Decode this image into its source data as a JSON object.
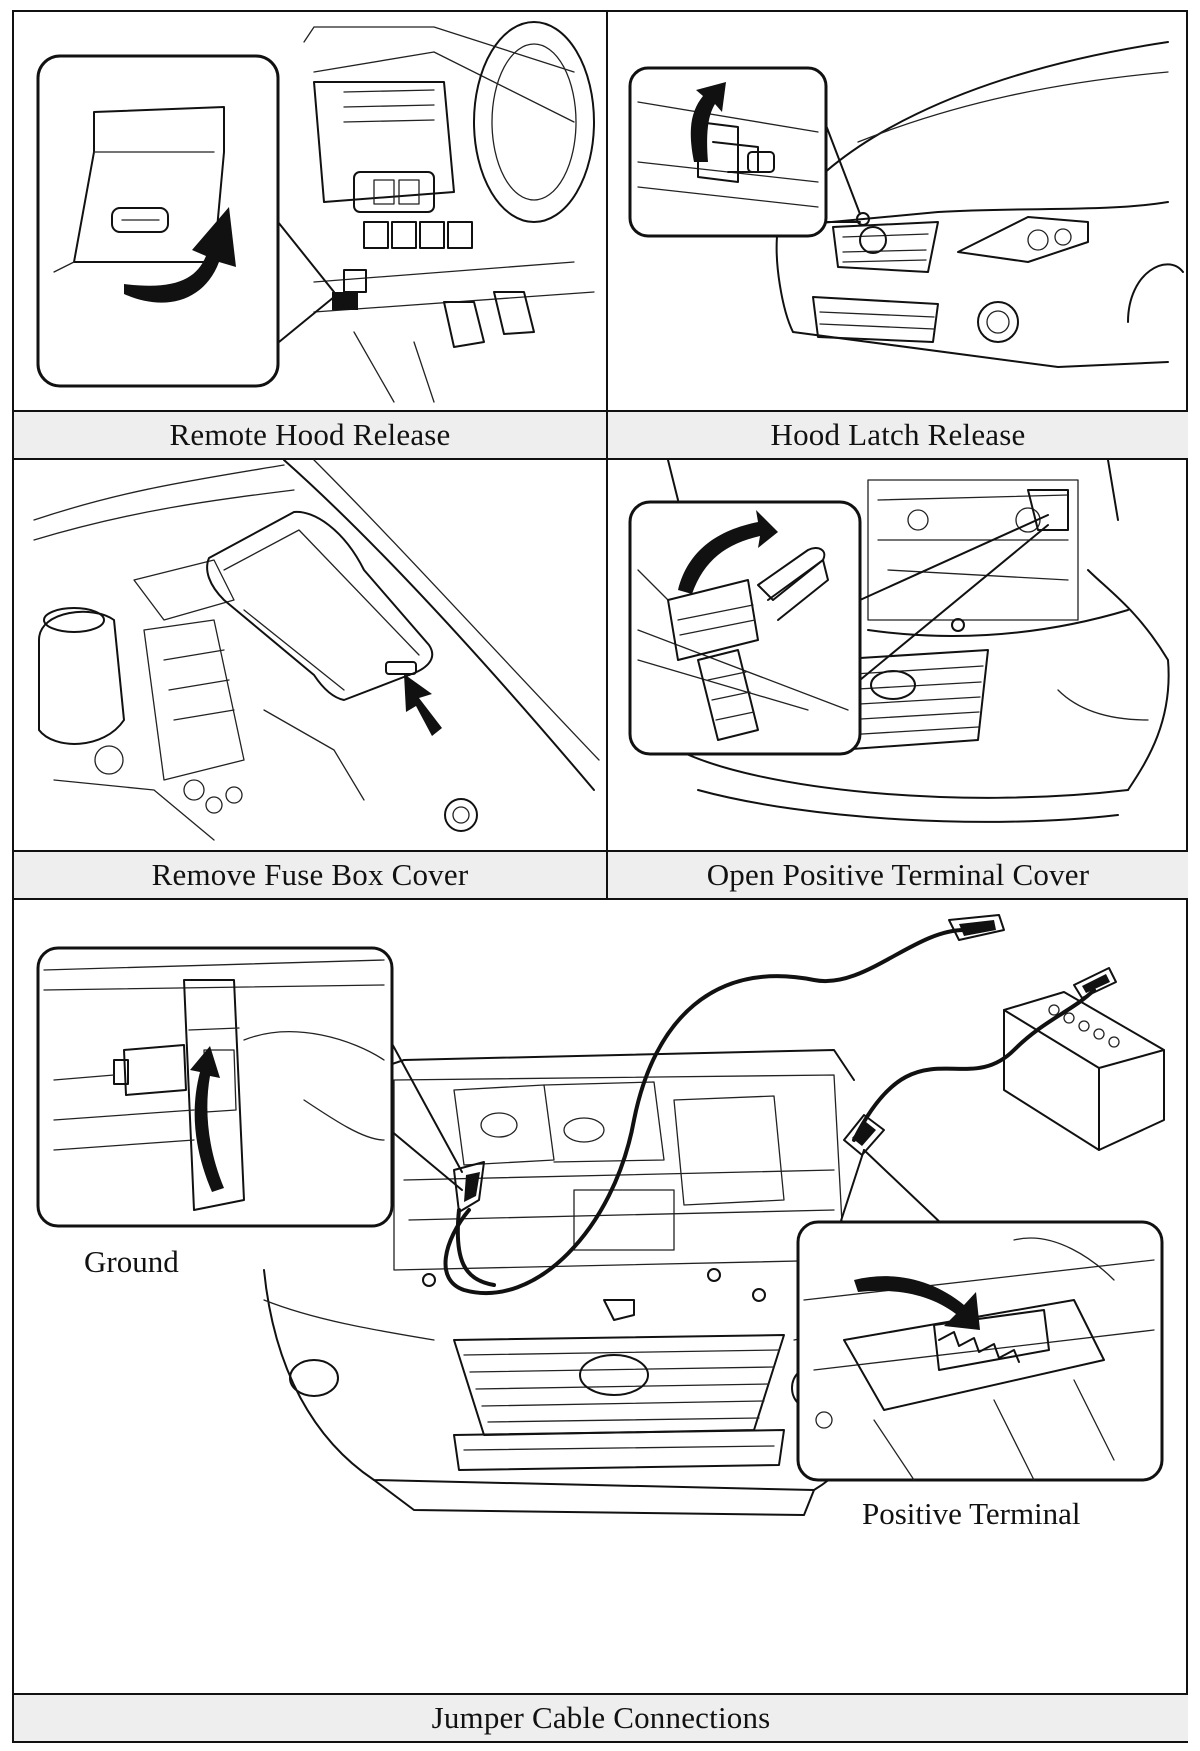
{
  "panels": [
    {
      "id": "remote-hood-release",
      "caption": "Remote Hood Release"
    },
    {
      "id": "hood-latch-release",
      "caption": "Hood Latch Release"
    },
    {
      "id": "remove-fuse-box-cover",
      "caption": "Remove Fuse Box Cover"
    },
    {
      "id": "open-positive-terminal-cover",
      "caption": "Open Positive Terminal Cover"
    },
    {
      "id": "jumper-cable-connections",
      "caption": "Jumper Cable Connections"
    }
  ],
  "callouts": {
    "ground": "Ground",
    "positive_terminal": "Positive Terminal"
  }
}
